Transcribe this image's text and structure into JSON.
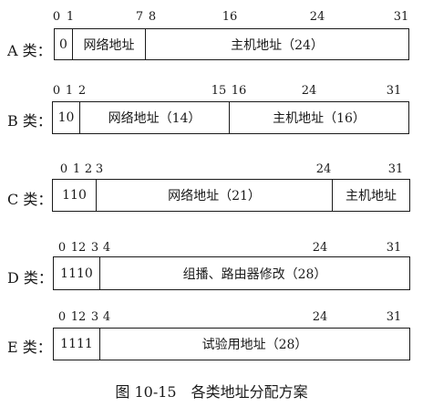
{
  "rows": [
    {
      "label": "A 类：",
      "ticks": [
        "0",
        "1",
        "7",
        "8",
        "16",
        "24",
        "31"
      ],
      "cells": [
        "0",
        "网络地址",
        "主机地址（24）"
      ]
    },
    {
      "label": "B 类：",
      "ticks": [
        "0",
        "1",
        "2",
        "15",
        "16",
        "24",
        "31"
      ],
      "cells": [
        "10",
        "网络地址（14）",
        "主机地址（16）"
      ]
    },
    {
      "label": "C 类：",
      "ticks": [
        "0",
        "1",
        "2",
        "3",
        "24",
        "31"
      ],
      "cells": [
        "110",
        "网络地址（21）",
        "主机地址"
      ]
    },
    {
      "label": "D 类：",
      "ticks": [
        "0",
        "12",
        "3",
        "4",
        "24",
        "31"
      ],
      "cells": [
        "1110",
        "组播、路由器修改（28）"
      ]
    },
    {
      "label": "E 类：",
      "ticks": [
        "0",
        "12",
        "3",
        "4",
        "24",
        "31"
      ],
      "cells": [
        "1111",
        "试验用地址（28）"
      ]
    }
  ],
  "caption": "图 10-15　各类地址分配方案"
}
